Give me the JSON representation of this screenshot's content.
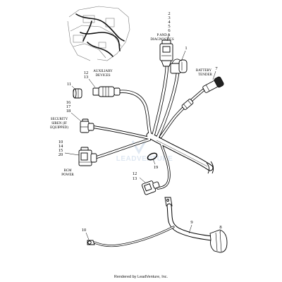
{
  "callouts": {
    "p_and_a_stack": [
      "2",
      "3",
      "4",
      "5",
      "6"
    ],
    "connector_1": "1",
    "battery_tender_ref": "7",
    "auxiliary_stack": [
      "12",
      "13"
    ],
    "cap_ref": "11",
    "siren_stack": [
      "16",
      "17",
      "18"
    ],
    "bcm_stack": [
      "10",
      "14",
      "15",
      "20"
    ],
    "clip_ref": "19",
    "lower_connector_stack": [
      "12",
      "13"
    ],
    "cable_ref": "9",
    "boot_ref": "8",
    "terminal_ref": "10"
  },
  "labels": {
    "p_and_a_diagnostics": [
      "P AND A",
      "DIAGNOSTICS"
    ],
    "battery_tender": [
      "BATTERY",
      "TENDER"
    ],
    "auxiliary_devices": [
      "AUXILIARY",
      "DEVICES"
    ],
    "security_siren": [
      "SECURITY",
      "SIREN (IF",
      "EQUIPPED)"
    ],
    "bcm_power": [
      "BCM",
      "POWER"
    ]
  },
  "watermark": "LEADVENTURE",
  "footer": "Rendered by LeadVenture, Inc.",
  "colors": {
    "line": "#000000",
    "background": "#ffffff",
    "watermark": "#6f96c4"
  }
}
